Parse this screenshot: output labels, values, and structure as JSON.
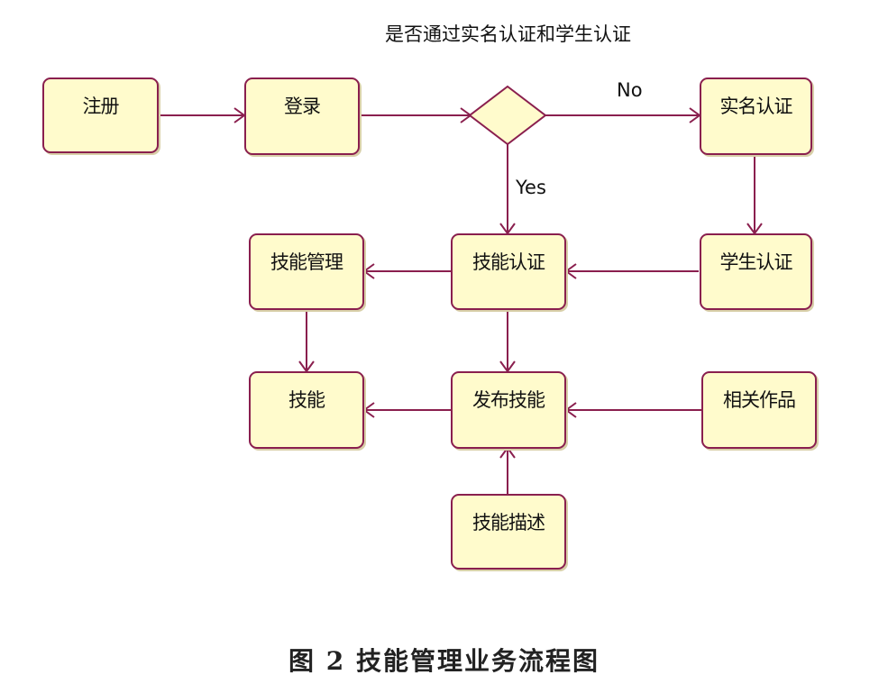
{
  "diagram": {
    "decision_question": "是否通过实名认证和学生认证",
    "edge_no": "No",
    "edge_yes": "Yes",
    "nodes": {
      "register": "注册",
      "login": "登录",
      "realname_auth": "实名认证",
      "student_auth": "学生认证",
      "skill_auth": "技能认证",
      "skill_management": "技能管理",
      "skill": "技能",
      "publish_skill": "发布技能",
      "related_works": "相关作品",
      "skill_description": "技能描述"
    }
  },
  "caption": "图 2   技能管理业务流程图",
  "colors": {
    "node_fill": "#fffbcc",
    "stroke": "#8a1f4e"
  }
}
